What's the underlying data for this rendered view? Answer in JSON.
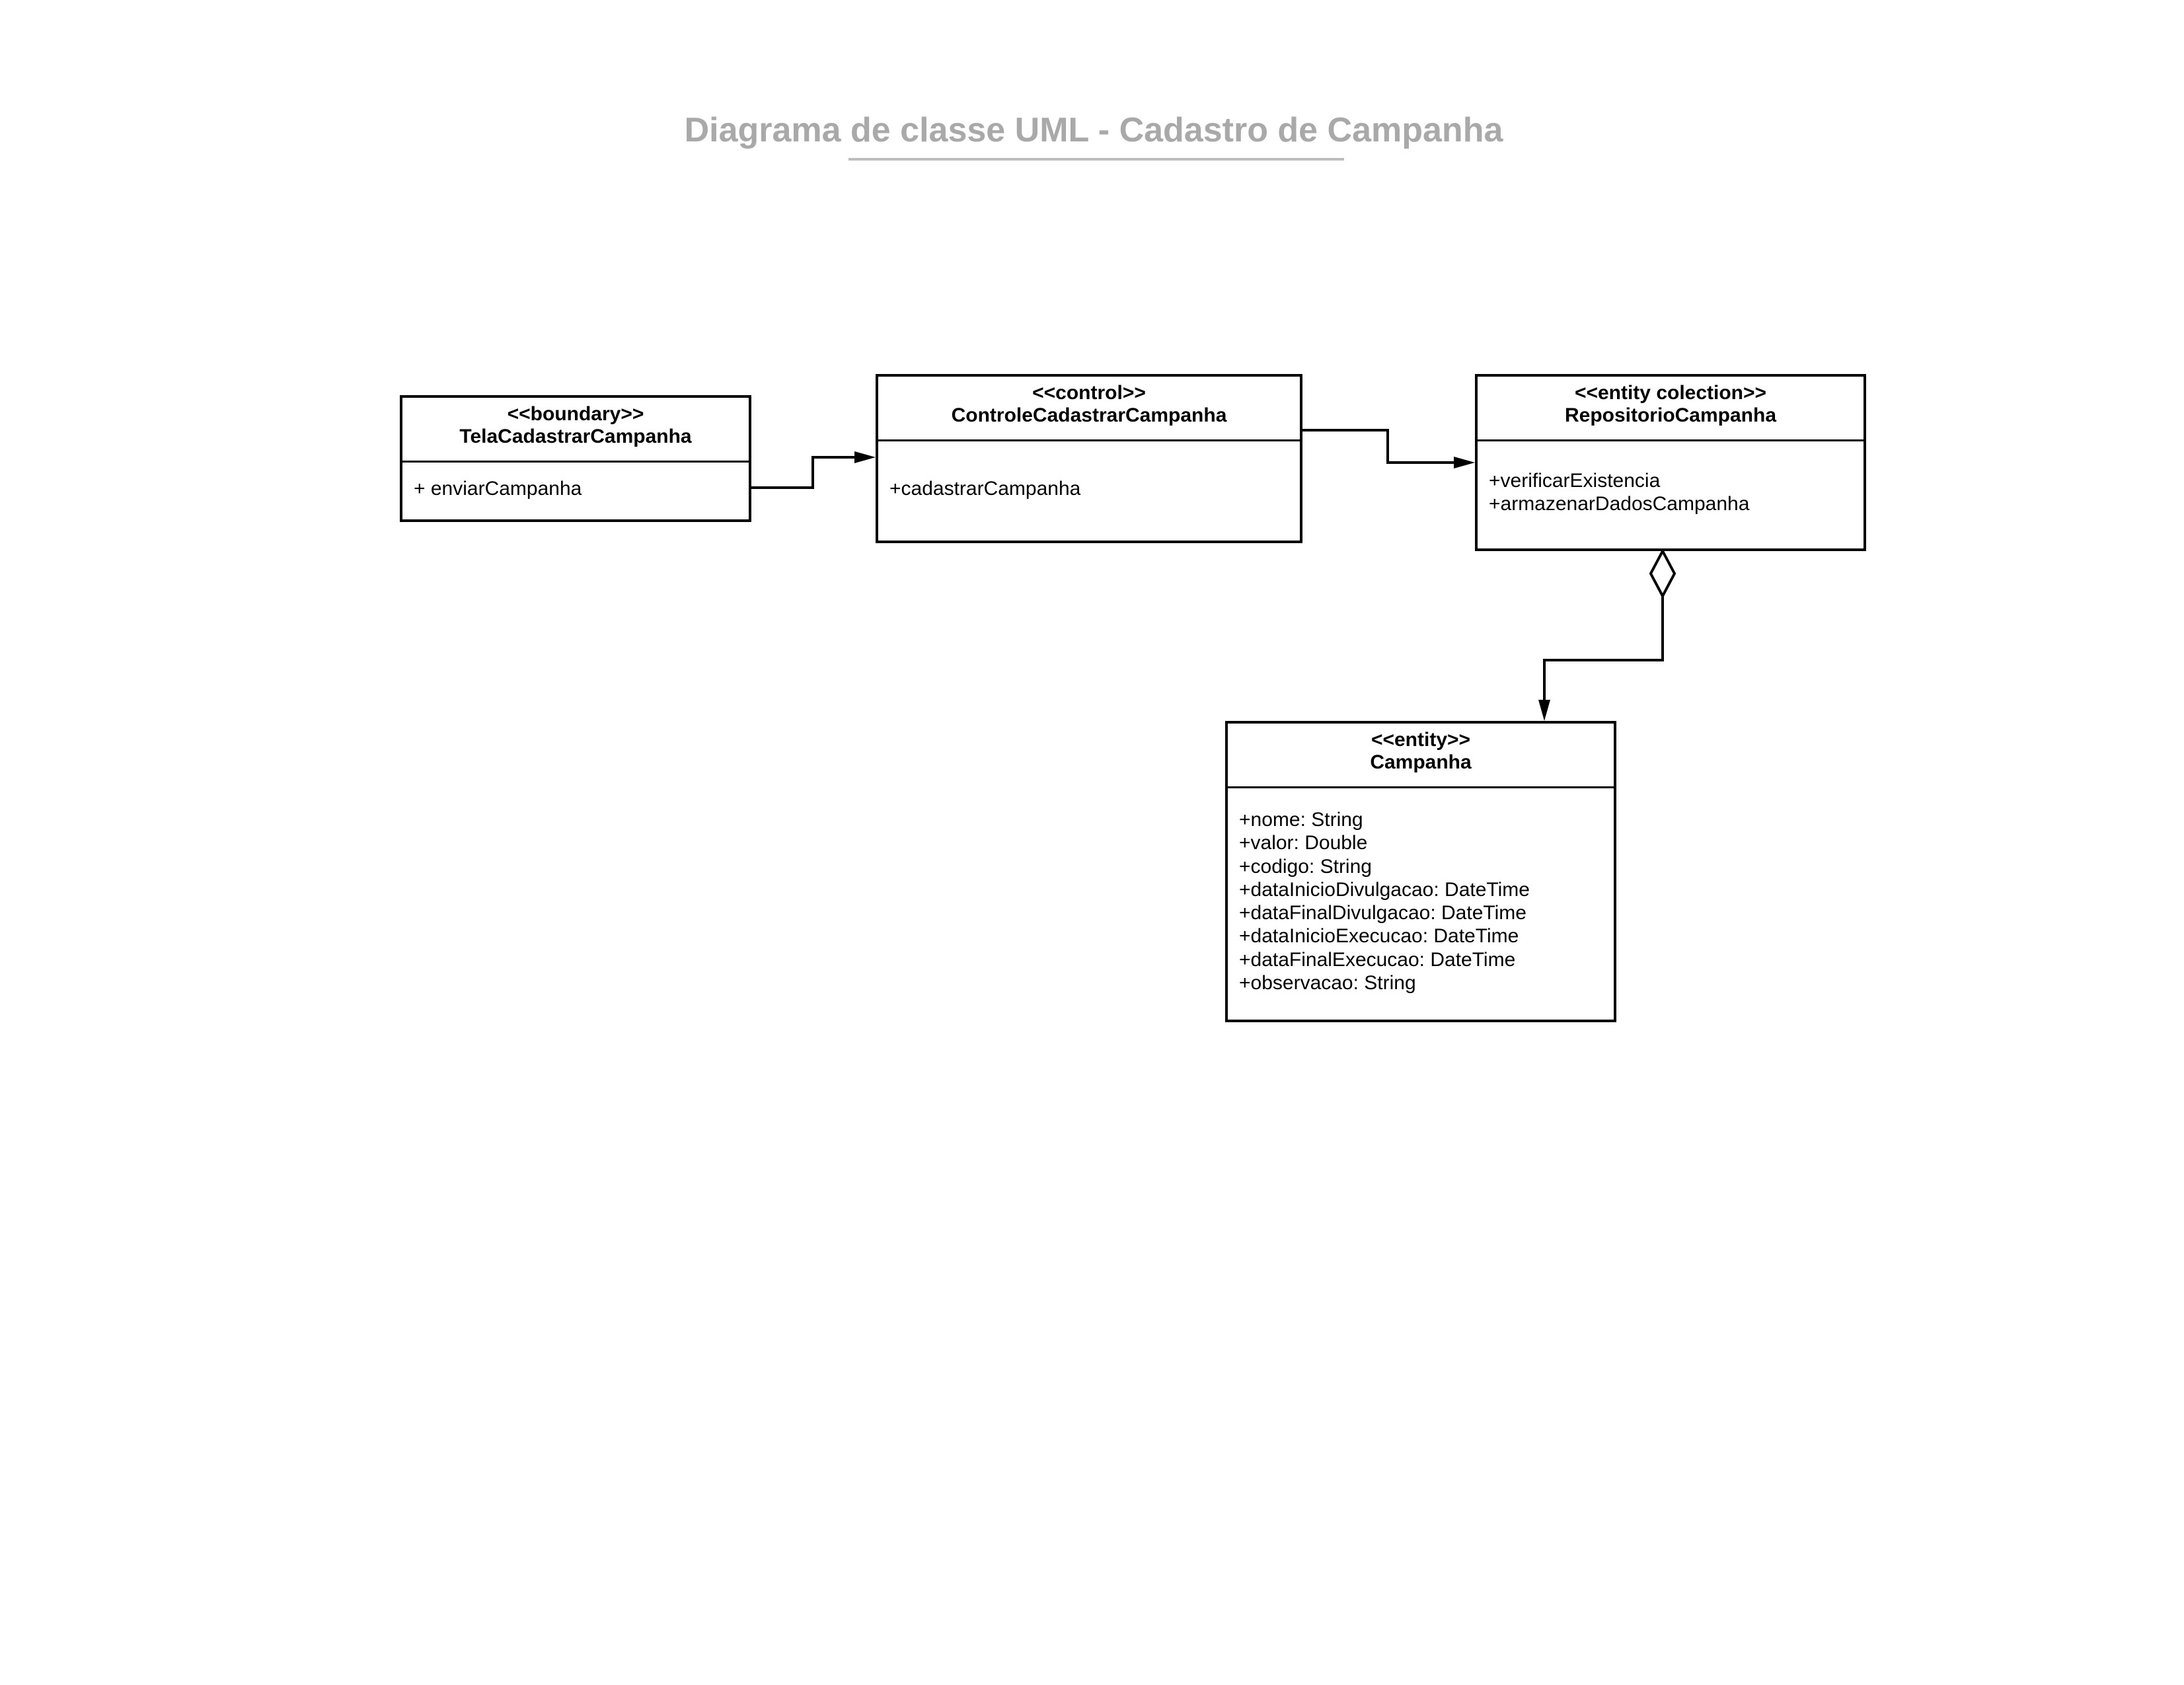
{
  "diagram": {
    "title": "Diagrama de classe UML - Cadastro de Campanha",
    "classes": {
      "tela": {
        "stereotype": "<<boundary>>",
        "name": "TelaCadastrarCampanha",
        "members": [
          "+ enviarCampanha"
        ]
      },
      "controle": {
        "stereotype": "<<control>>",
        "name": "ControleCadastrarCampanha",
        "members": [
          "+cadastrarCampanha"
        ]
      },
      "repositorio": {
        "stereotype": "<<entity colection>>",
        "name": "RepositorioCampanha",
        "members": [
          "+verificarExistencia",
          "+armazenarDadosCampanha"
        ]
      },
      "campanha": {
        "stereotype": "<<entity>>",
        "name": "Campanha",
        "members": [
          "+nome: String",
          "+valor: Double",
          "+codigo: String",
          "+dataInicioDivulgacao: DateTime",
          "+dataFinalDivulgacao: DateTime",
          "+dataInicioExecucao: DateTime",
          "+dataFinalExecucao: DateTime",
          "+observacao: String"
        ]
      }
    },
    "relations": [
      {
        "from": "TelaCadastrarCampanha",
        "to": "ControleCadastrarCampanha",
        "kind": "association"
      },
      {
        "from": "ControleCadastrarCampanha",
        "to": "RepositorioCampanha",
        "kind": "association"
      },
      {
        "from": "RepositorioCampanha",
        "to": "Campanha",
        "kind": "aggregation"
      }
    ]
  }
}
